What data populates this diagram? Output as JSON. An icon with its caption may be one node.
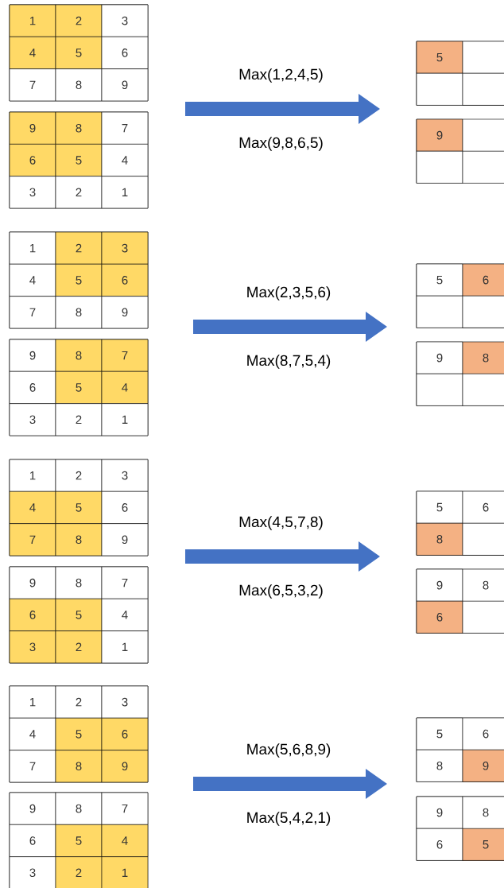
{
  "diagram": {
    "nodes": [
      {
        "text": [
          "1",
          "2",
          "3",
          "4",
          "5",
          "6",
          "7",
          "8",
          "9"
        ]
      },
      {
        "text": [
          "9",
          "8",
          "7",
          "6",
          "5",
          "4",
          "3",
          "2",
          "1"
        ]
      },
      {
        "text": [
          "Max(1,2,4,5)",
          "Max(9,8,6,5)"
        ]
      },
      {
        "text": [
          "5"
        ]
      },
      {
        "text": [
          "9"
        ]
      },
      {
        "text": [
          "1",
          "2",
          "3",
          "4",
          "5",
          "6",
          "7",
          "8",
          "9"
        ]
      },
      {
        "text": [
          "9",
          "8",
          "7",
          "6",
          "5",
          "4",
          "3",
          "2",
          "1"
        ]
      },
      {
        "text": [
          "Max(2,3,5,6)",
          "Max(8,7,5,4)"
        ]
      },
      {
        "text": [
          "5",
          "6"
        ]
      },
      {
        "text": [
          "9",
          "8"
        ]
      },
      {
        "text": [
          "1",
          "2",
          "3",
          "4",
          "5",
          "6",
          "7",
          "8",
          "9"
        ]
      },
      {
        "text": [
          "9",
          "8",
          "7",
          "6",
          "5",
          "4",
          "3",
          "2",
          "1"
        ]
      },
      {
        "text": [
          "Max(4,5,7,8)",
          "Max(6,5,3,2)"
        ]
      },
      {
        "text": [
          "5",
          "6",
          "8"
        ]
      },
      {
        "text": [
          "9",
          "8",
          "6"
        ]
      },
      {
        "text": [
          "1",
          "2",
          "3",
          "4",
          "5",
          "6",
          "7",
          "8",
          "9"
        ]
      },
      {
        "text": [
          "9",
          "8",
          "7",
          "6",
          "5",
          "4",
          "3",
          "2",
          "1"
        ]
      },
      {
        "text": [
          "Max(5,6,8,9)",
          "Max(5,4,2,1)"
        ]
      },
      {
        "text": [
          "5",
          "6",
          "8",
          "9"
        ]
      },
      {
        "text": [
          "9",
          "8",
          "6",
          "5"
        ]
      }
    ]
  }
}
